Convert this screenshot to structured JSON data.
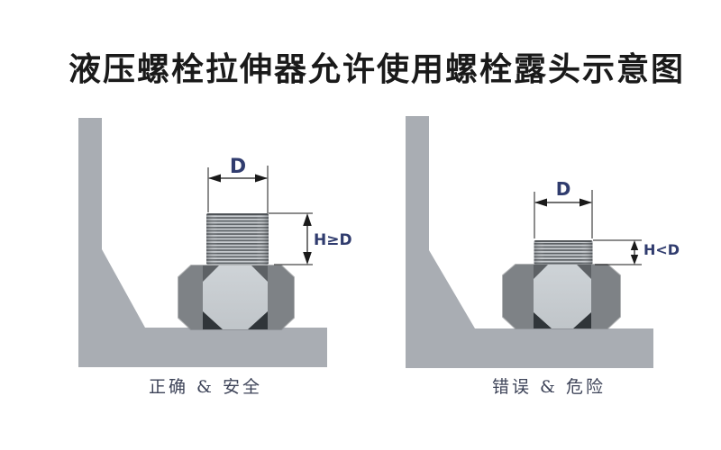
{
  "title": "液压螺栓拉伸器允许使用螺栓露头示意图",
  "left_diagram": {
    "d_label": "D",
    "h_label": "H≥D",
    "caption": "正确 & 安全"
  },
  "right_diagram": {
    "d_label": "D",
    "h_label": "H<D",
    "caption": "错误 & 危险"
  },
  "colors": {
    "title": "#1a1a1a",
    "metal": "#a9adb3",
    "nut_side": "#7e8286",
    "nut_face_light": "#ced3d7",
    "nut_face_dark": "#c0c5c9",
    "chamfer_top": "#5d6165",
    "chamfer_bottom": "#303539",
    "thread_dark": "#5c6165",
    "thread_light": "#c7cbcf",
    "thread_cap": "#4a4e52",
    "dimension_line": "#1a1a1a",
    "label": "#303c6e",
    "caption": "#3d4358"
  }
}
